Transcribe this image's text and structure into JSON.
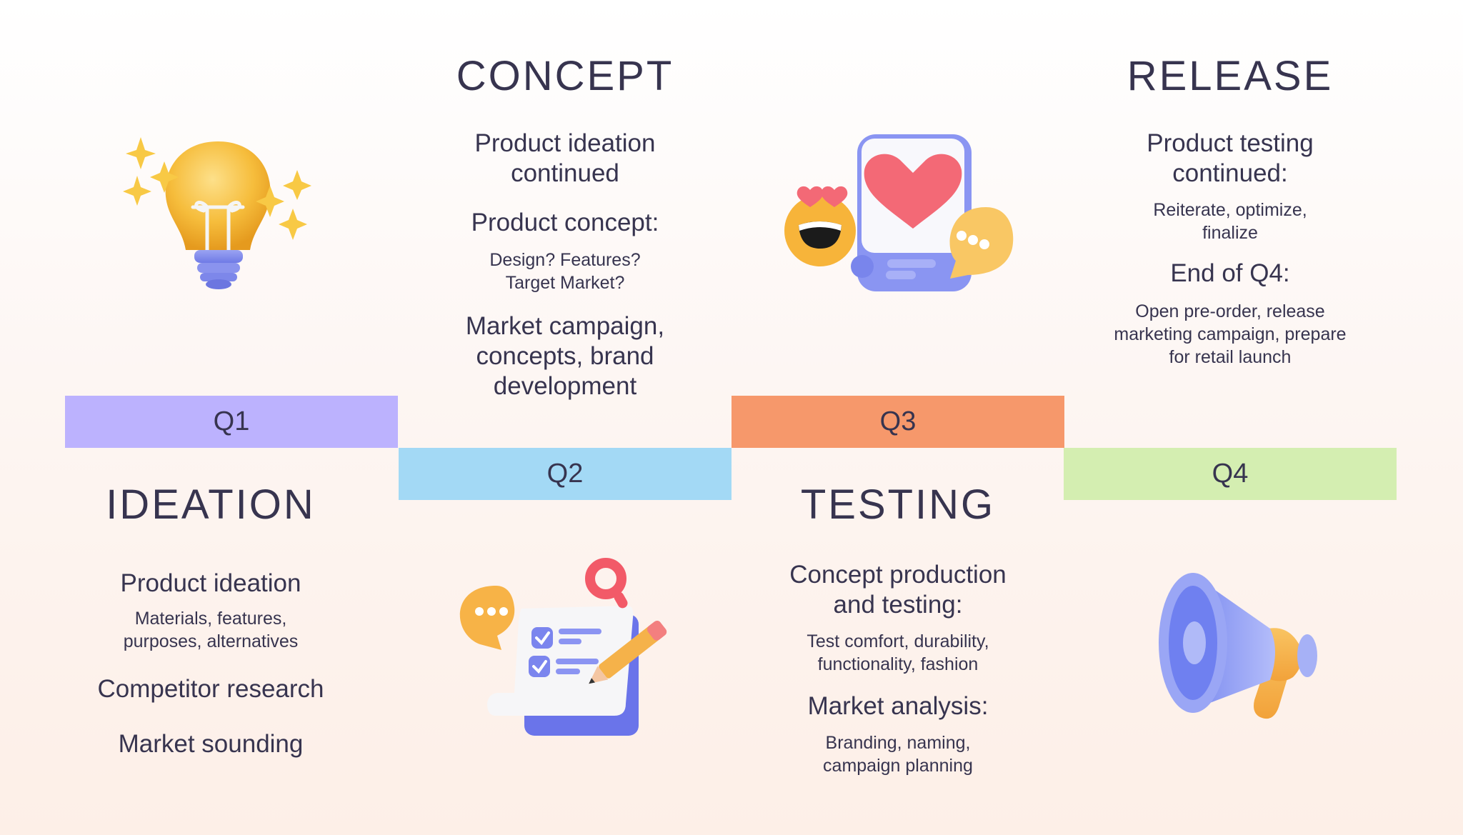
{
  "timeline": {
    "quarters": [
      {
        "label": "Q1",
        "color": "#bcb2fe"
      },
      {
        "label": "Q2",
        "color": "#a3d9f5"
      },
      {
        "label": "Q3",
        "color": "#f6986b"
      },
      {
        "label": "Q4",
        "color": "#d4eeb1"
      }
    ]
  },
  "phases": {
    "ideation": {
      "title": "IDEATION",
      "items": [
        {
          "heading": "Product ideation",
          "detail": [
            "Materials, features,",
            "purposes, alternatives"
          ]
        },
        {
          "heading": "Competitor research"
        },
        {
          "heading": "Market sounding"
        }
      ],
      "icon": "lightbulb-icon"
    },
    "concept": {
      "title": "CONCEPT",
      "items": [
        {
          "heading": [
            "Product ideation",
            "continued"
          ]
        },
        {
          "heading": "Product concept:",
          "detail": [
            "Design? Features?",
            "Target Market?"
          ]
        },
        {
          "heading": [
            "Market campaign,",
            "concepts, brand",
            "development"
          ]
        }
      ],
      "icon": "checklist-icon"
    },
    "testing": {
      "title": "TESTING",
      "items": [
        {
          "heading": [
            "Concept production",
            "and testing:"
          ],
          "detail": [
            "Test comfort, durability,",
            "functionality, fashion"
          ]
        },
        {
          "heading": "Market analysis:",
          "detail": [
            "Branding, naming,",
            "campaign planning"
          ]
        }
      ],
      "icon": "phone-heart-icon"
    },
    "release": {
      "title": "RELEASE",
      "items": [
        {
          "heading": [
            "Product testing",
            "continued:"
          ],
          "detail": [
            "Reiterate, optimize,",
            "finalize"
          ]
        },
        {
          "heading": "End of Q4:",
          "detail": [
            "Open pre-order, release",
            "marketing campaign, prepare",
            "for retail launch"
          ]
        }
      ],
      "icon": "megaphone-icon"
    }
  }
}
